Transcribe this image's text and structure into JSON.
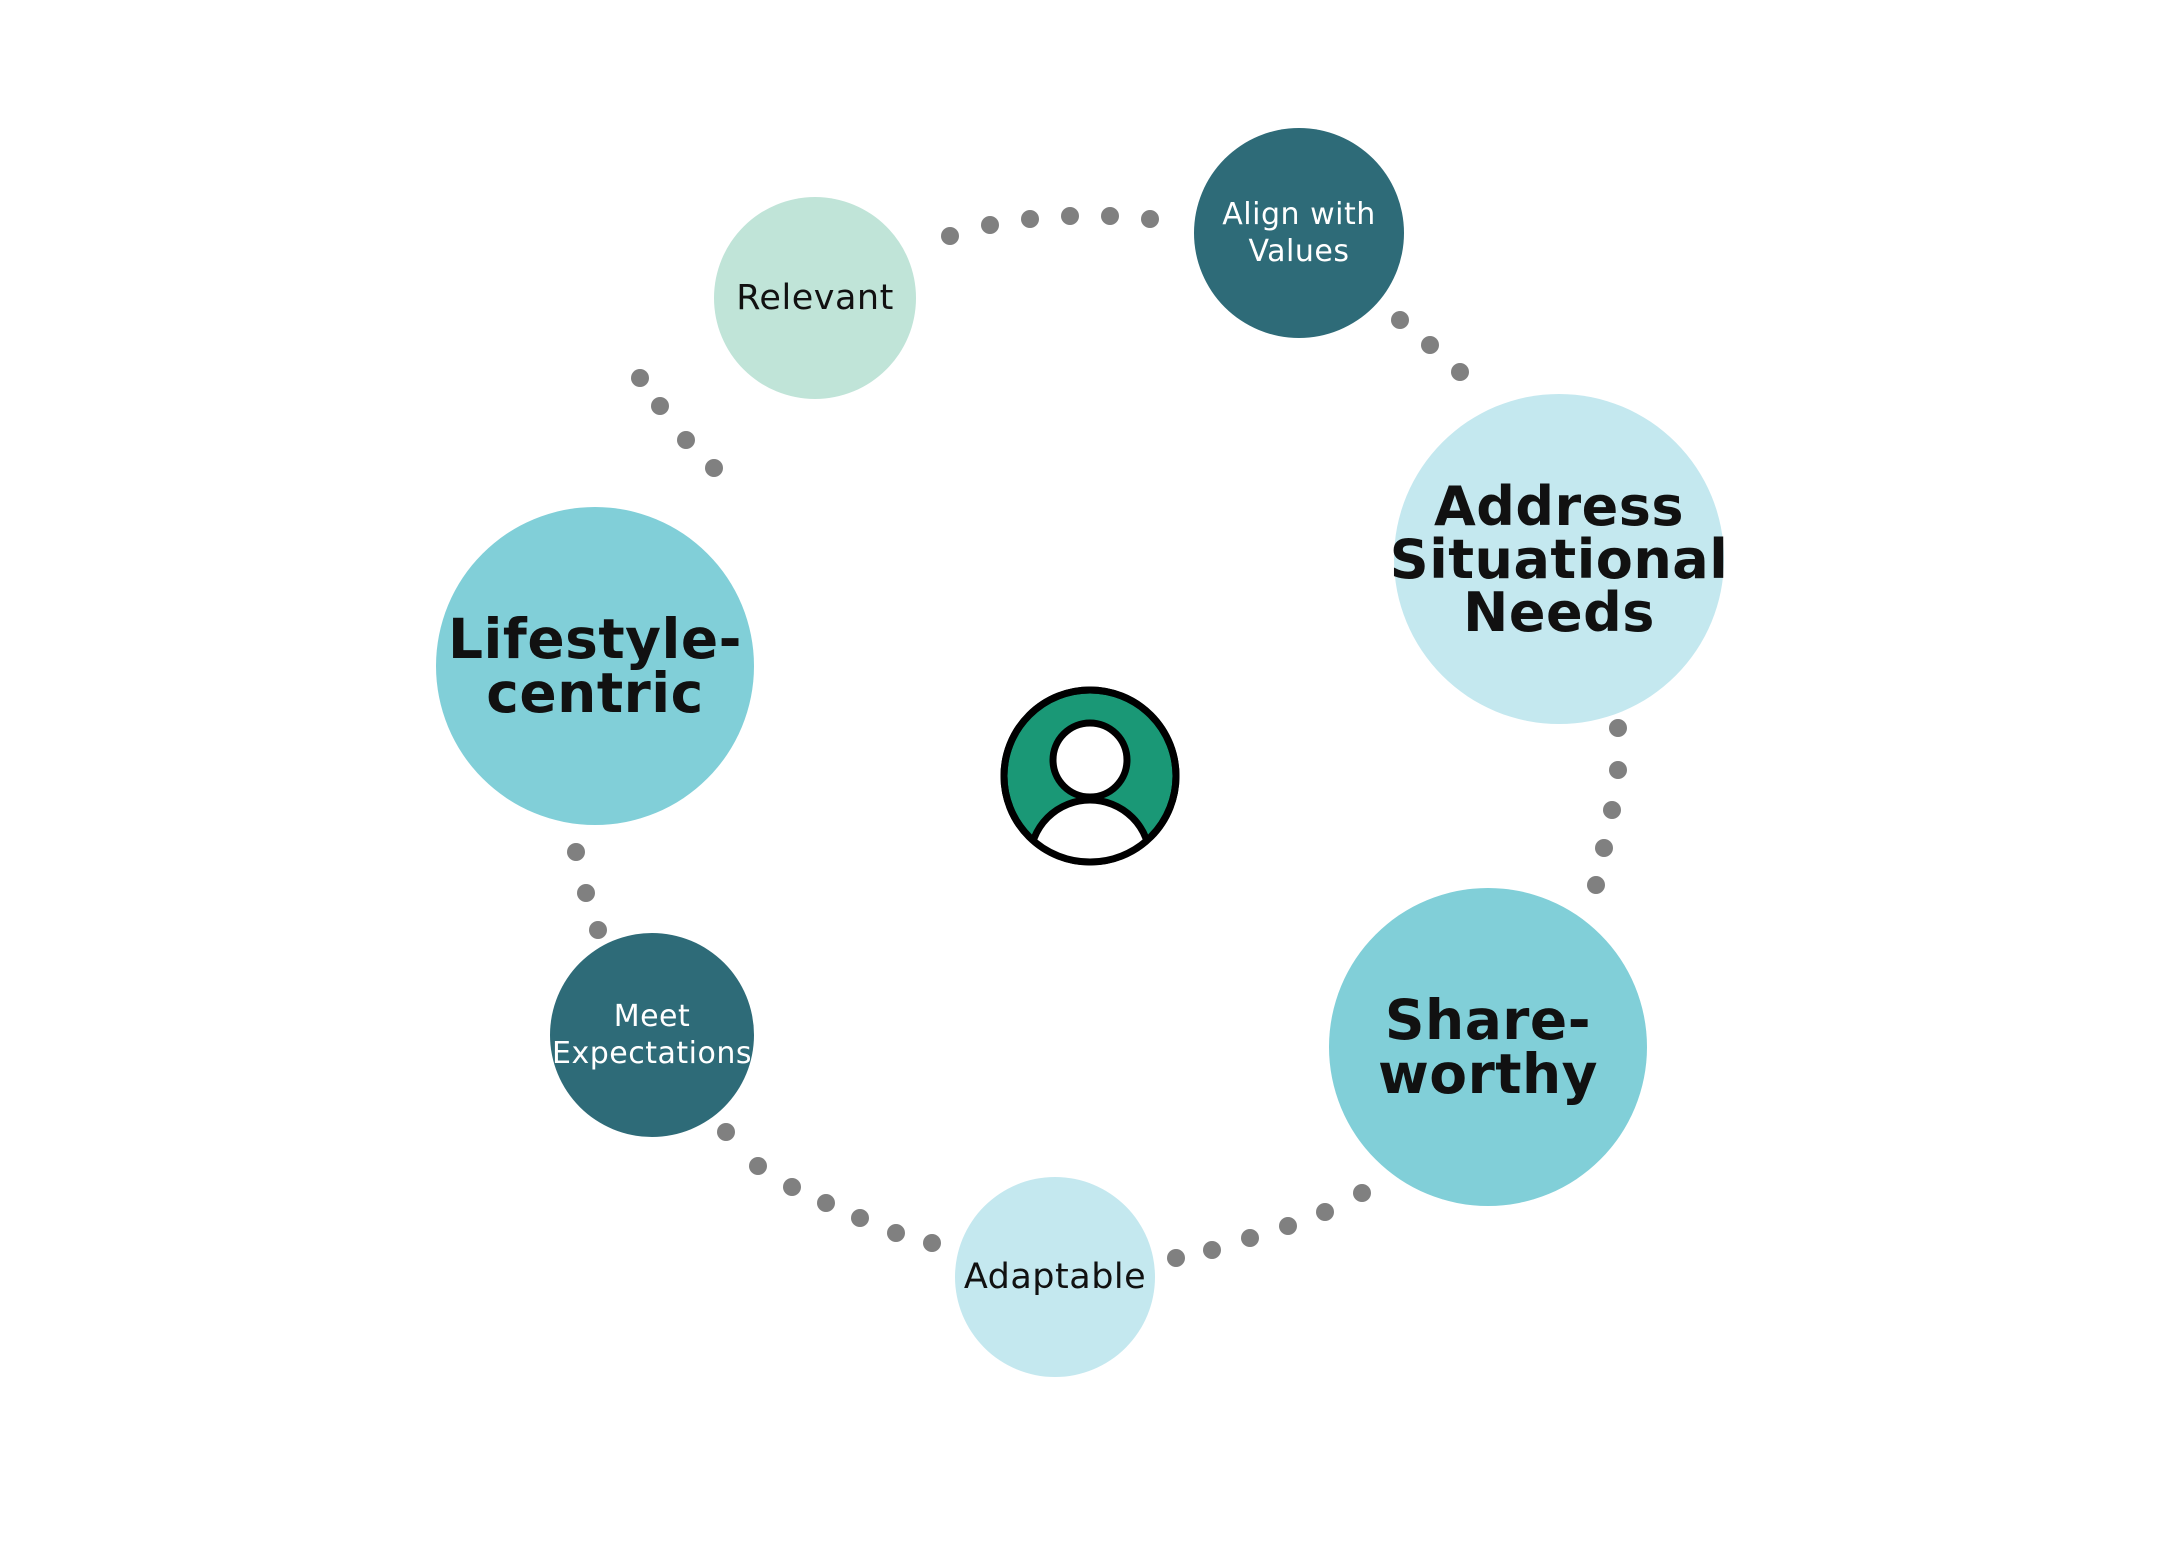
{
  "diagram": {
    "center_icon": "user-avatar-icon",
    "colors": {
      "dot": "#808080",
      "dark_teal": "#2e6b78",
      "mid_teal": "#81cfd8",
      "light_blue": "#c4e8ef",
      "mint": "#c0e4d8",
      "avatar_green": "#1a9876",
      "dark_text": "#111111",
      "light_text": "#ffffff"
    },
    "nodes": [
      {
        "id": "relevant",
        "label": "Relevant"
      },
      {
        "id": "align",
        "label": "Align with\nValues"
      },
      {
        "id": "address",
        "label": "Address\nSituational\nNeeds"
      },
      {
        "id": "lifestyle",
        "label": "Lifestyle-\ncentric"
      },
      {
        "id": "share",
        "label": "Share-\nworthy"
      },
      {
        "id": "meet",
        "label": "Meet\nExpectations"
      },
      {
        "id": "adapt",
        "label": "Adaptable"
      }
    ]
  }
}
